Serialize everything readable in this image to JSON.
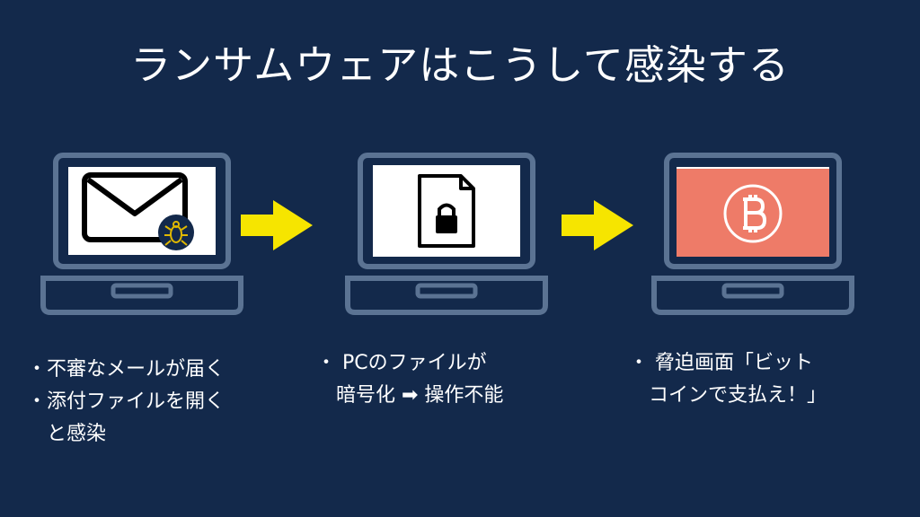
{
  "title": "ランサムウェアはこうして感染する",
  "steps": [
    {
      "icon": "envelope-with-bug-icon",
      "caption_lines": [
        "・不審なメールが届く",
        "・添付ファイルを開く",
        "　と感染"
      ]
    },
    {
      "icon": "locked-file-icon",
      "caption_lines": [
        "・ PCのファイルが",
        "　暗号化 ➡ 操作不能"
      ]
    },
    {
      "icon": "bitcoin-icon",
      "caption_lines": [
        "・ 脅迫画面「ビット",
        "　コインで支払え！」"
      ]
    }
  ],
  "colors": {
    "background": "#13294b",
    "laptop_outline": "#5b7393",
    "arrow": "#f6e500",
    "ransom_screen": "#ee7b68"
  }
}
